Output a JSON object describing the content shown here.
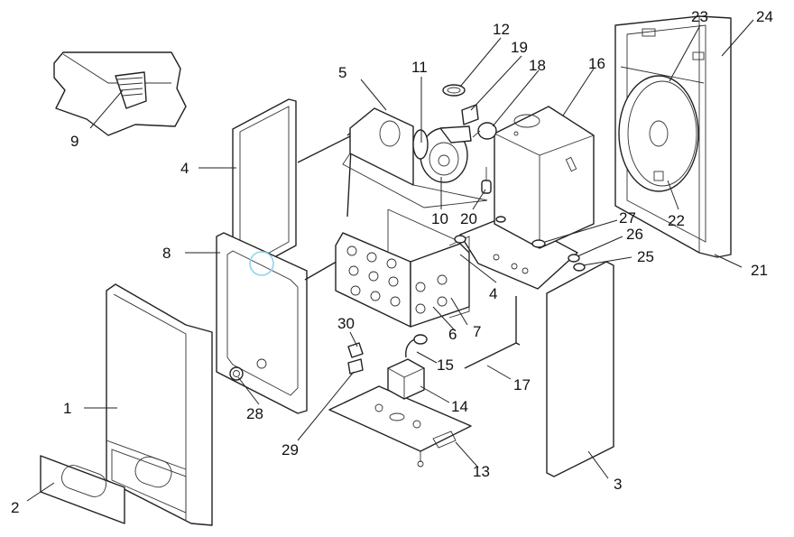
{
  "diagram": {
    "labels": {
      "n1": "1",
      "n2": "2",
      "n3": "3",
      "n4a": "4",
      "n4b": "4",
      "n5": "5",
      "n6": "6",
      "n7": "7",
      "n8": "8",
      "n9": "9",
      "n10": "10",
      "n11": "11",
      "n12": "12",
      "n13": "13",
      "n14": "14",
      "n15": "15",
      "n16": "16",
      "n17": "17",
      "n18": "18",
      "n19": "19",
      "n20": "20",
      "n21": "21",
      "n22": "22",
      "n23": "23",
      "n24": "24",
      "n25": "25",
      "n26": "26",
      "n27": "27",
      "n28": "28",
      "n29": "29",
      "n30": "30"
    },
    "colors": {
      "line": "#222222",
      "highlight": "#8fd3ee",
      "background": "#ffffff"
    }
  }
}
